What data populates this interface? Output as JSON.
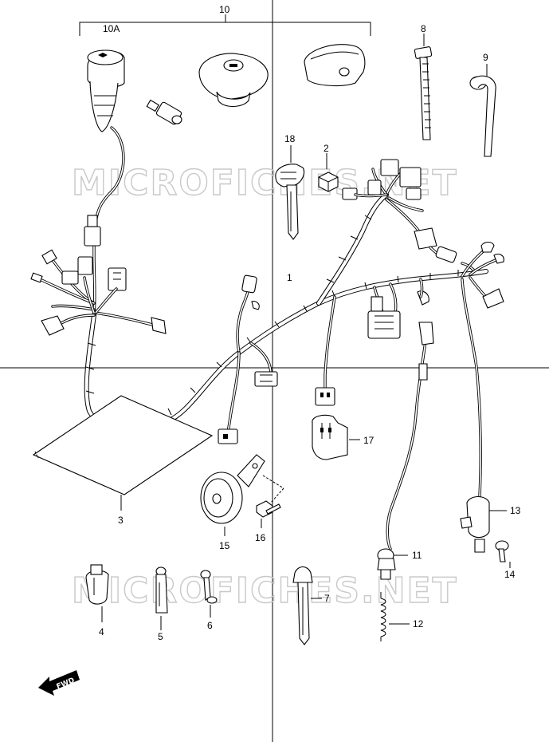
{
  "watermark": "MICROFICHES.NET",
  "fwd_label": "FWD",
  "callouts": {
    "p10": "10",
    "p10A": "10A",
    "p8": "8",
    "p9": "9",
    "p18": "18",
    "p2": "2",
    "p1": "1",
    "p17": "17",
    "p3": "3",
    "p15": "15",
    "p16": "16",
    "p13": "13",
    "p11": "11",
    "p14": "14",
    "p4": "4",
    "p5": "5",
    "p6": "6",
    "p7": "7",
    "p12": "12"
  }
}
